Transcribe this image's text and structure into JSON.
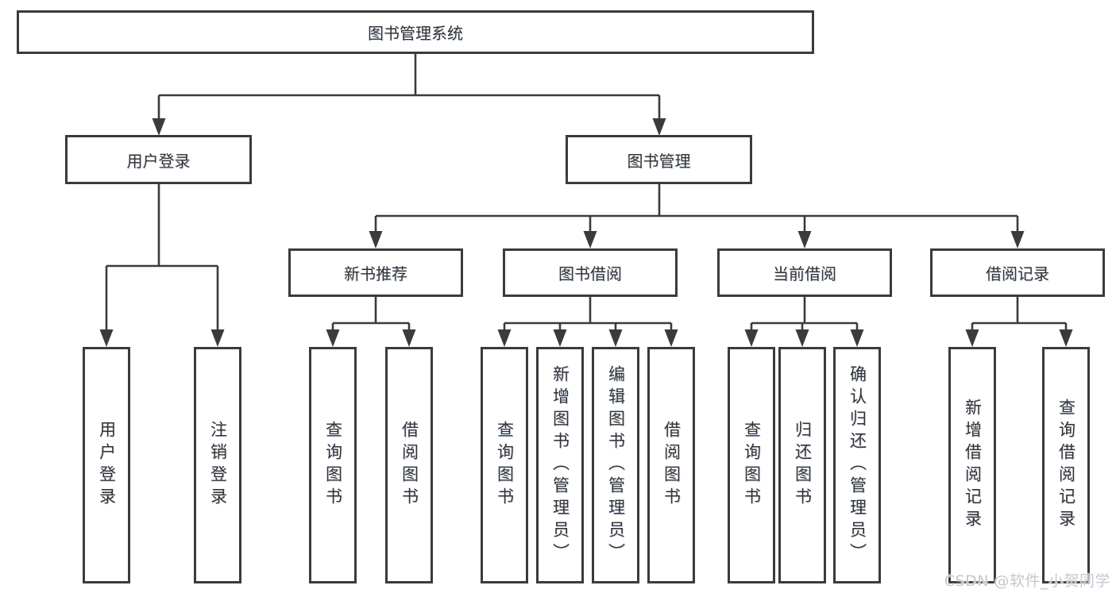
{
  "tree": {
    "label": "图书管理系统",
    "children": [
      {
        "label": "用户登录",
        "children": [
          {
            "label": "用户登录"
          },
          {
            "label": "注销登录"
          }
        ]
      },
      {
        "label": "图书管理",
        "children": [
          {
            "label": "新书推荐",
            "children": [
              {
                "label": "查询图书"
              },
              {
                "label": "借阅图书"
              }
            ]
          },
          {
            "label": "图书借阅",
            "children": [
              {
                "label": "查询图书"
              },
              {
                "label": "新增图书（管理员）"
              },
              {
                "label": "编辑图书（管理员）"
              },
              {
                "label": "借阅图书"
              }
            ]
          },
          {
            "label": "当前借阅",
            "children": [
              {
                "label": "查询图书"
              },
              {
                "label": "归还图书"
              },
              {
                "label": "确认归还（管理员）"
              }
            ]
          },
          {
            "label": "借阅记录",
            "children": [
              {
                "label": "新增借阅记录"
              },
              {
                "label": "查询借阅记录"
              }
            ]
          }
        ]
      }
    ]
  },
  "watermark": "CSDN @软件_小贺同学",
  "colors": {
    "line": "#3b3b3d",
    "text": "#333333",
    "watermark": "#cbc5ce",
    "background": "#ffffff"
  }
}
